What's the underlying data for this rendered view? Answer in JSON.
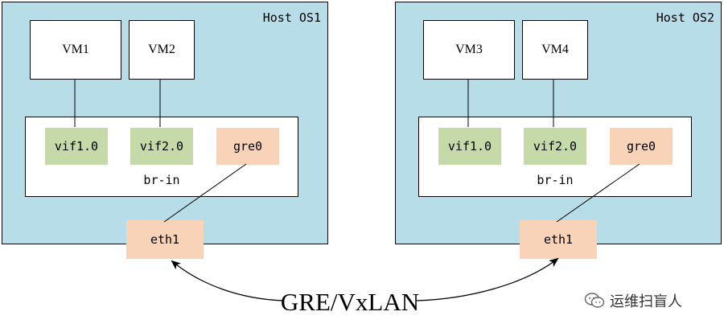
{
  "hosts": [
    {
      "label": "Host OS1",
      "vms": [
        "VM1",
        "VM2"
      ],
      "bridge": {
        "label": "br-in",
        "ports": [
          "vif1.0",
          "vif2.0",
          "gre0"
        ]
      },
      "nic": "eth1"
    },
    {
      "label": "Host OS2",
      "vms": [
        "VM3",
        "VM4"
      ],
      "bridge": {
        "label": "br-in",
        "ports": [
          "vif1.0",
          "vif2.0",
          "gre0"
        ]
      },
      "nic": "eth1"
    }
  ],
  "tunnel": {
    "label": "GRE/VxLAN"
  },
  "watermark": {
    "text": "运维扫盲人",
    "icon": "wechat-icon"
  },
  "colors": {
    "host_bg": "#b7dde8",
    "vif_bg": "#c6d9a8",
    "gre_bg": "#f9d3b8",
    "eth_bg": "#f9d3b8"
  }
}
